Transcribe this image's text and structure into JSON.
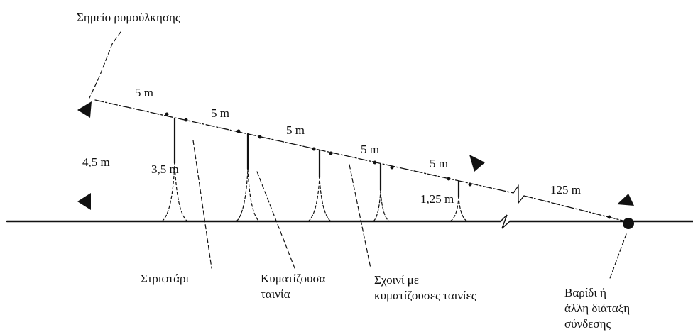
{
  "labels": {
    "tow_point": "Σημείο ρυμούλκησης",
    "swivel": "Στριφτάρι",
    "streamer": [
      "Κυματίζουσα",
      "ταινία"
    ],
    "rope": [
      "Σχοινί με",
      "κυματίζουσες ταινίες"
    ],
    "weight": [
      "Βαρίδι ή",
      "άλλη διάταξη",
      "σύνδεσης"
    ]
  },
  "dimensions": {
    "height_total": "4,5 m",
    "height_first": "3,5 m",
    "height_last": "1,25 m",
    "segments": [
      "5 m",
      "5 m",
      "5 m",
      "5 m",
      "5 m"
    ],
    "tail": "125 m"
  },
  "colors": {
    "ink": "#111111",
    "background": "#ffffff"
  }
}
